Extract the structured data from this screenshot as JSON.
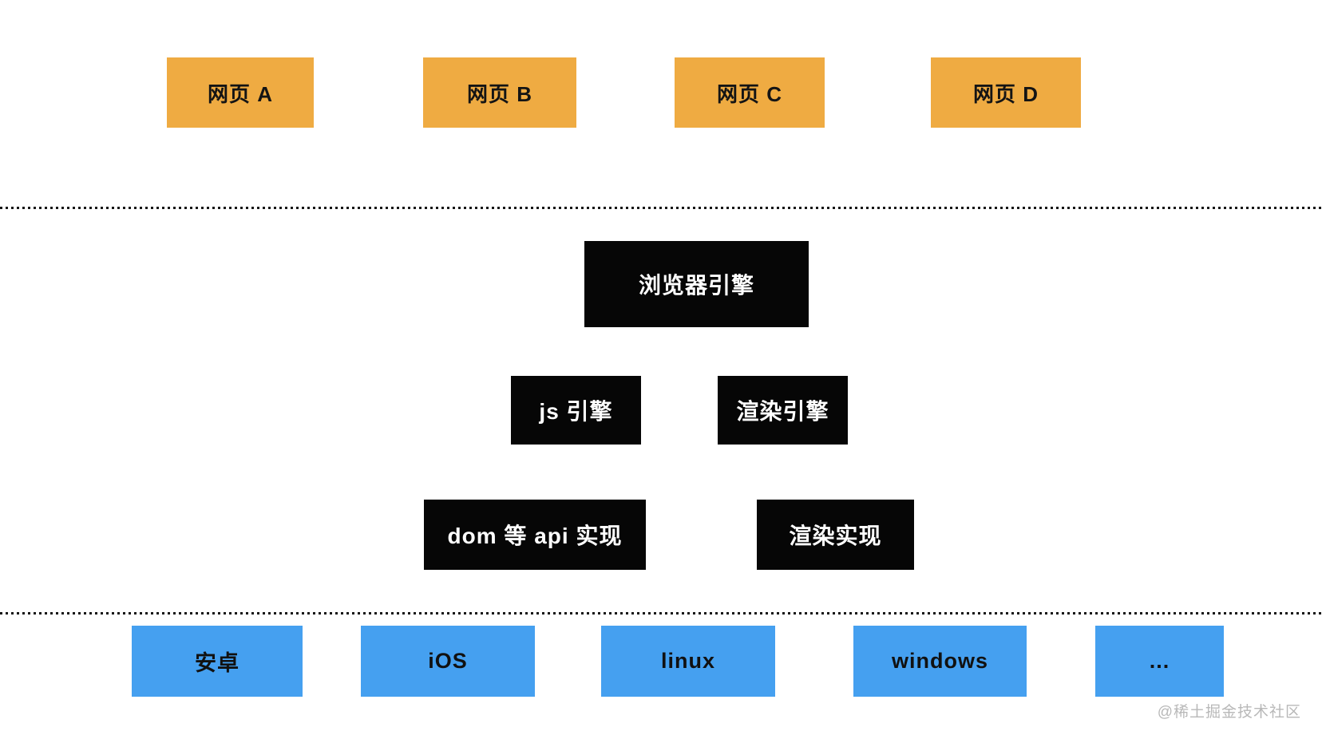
{
  "web_layer": {
    "items": [
      {
        "label": "网页 A"
      },
      {
        "label": "网页 B"
      },
      {
        "label": "网页 C"
      },
      {
        "label": "网页 D"
      }
    ]
  },
  "engine_layer": {
    "browser_engine_label": "浏览器引擎",
    "sub_engines": [
      {
        "label": "js 引擎"
      },
      {
        "label": "渲染引擎"
      }
    ],
    "implementations": [
      {
        "label": "dom 等 api 实现"
      },
      {
        "label": "渲染实现"
      }
    ]
  },
  "os_layer": {
    "items": [
      {
        "label": "安卓"
      },
      {
        "label": "iOS"
      },
      {
        "label": "linux"
      },
      {
        "label": "windows"
      },
      {
        "label": "..."
      }
    ]
  },
  "watermark": {
    "text": "@稀土掘金技术社区"
  },
  "colors": {
    "web_box": "#EFAB42",
    "engine_box": "#060606",
    "os_box": "#45A0F0",
    "dotted_line": "#151515",
    "watermark_text": "#B8B8B8"
  }
}
